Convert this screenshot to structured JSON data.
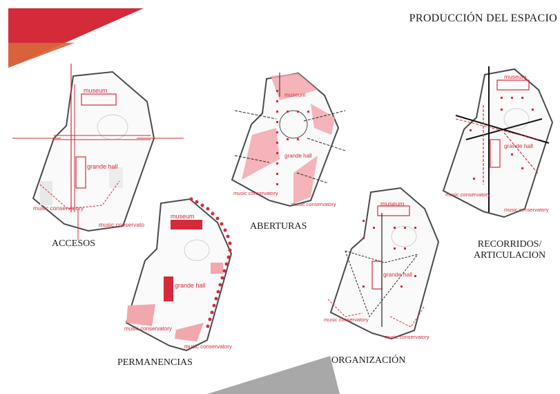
{
  "title": "PRODUCCIÓN DEL ESPACIO",
  "colors": {
    "accent": "#d42a3a",
    "accent_light": "#f2a7ad",
    "orange": "#d9663c",
    "gray": "#a8a8a8",
    "outline": "#4a4a4a"
  },
  "diagrams": {
    "accesos": {
      "label": "ACCESOS",
      "museum": "museum",
      "hall": "grande hall",
      "conservatory_1": "music conservatory",
      "conservatory_2": "music conservato"
    },
    "permanencias": {
      "label": "PERMANENCIAS",
      "museum": "museum",
      "hall": "grande hall",
      "conservatory_1": "music conservatory",
      "conservatory_2": "music conservatory"
    },
    "aberturas": {
      "label": "ABERTURAS",
      "museum": "museum",
      "hall": "grande hall",
      "conservatory_1": "music conservatory",
      "conservatory_2": "music conservatory"
    },
    "organizacion": {
      "label": "ORGANIZACIÓN",
      "museum": "museum",
      "hall": "grande hall",
      "conservatory_1": "music conservatory",
      "conservatory_2": "music conservatory"
    },
    "recorridos": {
      "label_line1": "RECORRIDOS/",
      "label_line2": "ARTICULACION",
      "museum": "museum",
      "hall": "grande hall",
      "conservatory_1": "music conservatory",
      "conservatory_2": "music conservatory"
    }
  }
}
